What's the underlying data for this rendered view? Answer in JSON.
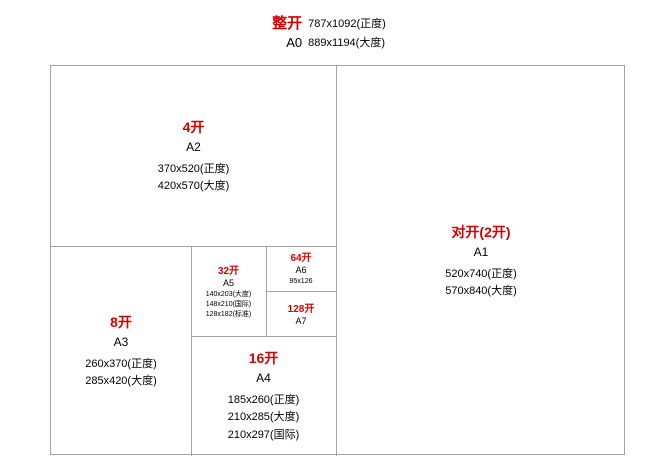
{
  "title": {
    "kai": "整开",
    "size1": "787x1092(正度)",
    "a": "A0",
    "size2": "889x1194(大度)"
  },
  "panels": {
    "a2": {
      "kai": "4开",
      "a": "A2",
      "sizes": [
        "370x520(正度)",
        "420x570(大度)"
      ]
    },
    "a1": {
      "kai": "对开(2开)",
      "a": "A1",
      "sizes": [
        "520x740(正度)",
        "570x840(大度)"
      ]
    },
    "a3": {
      "kai": "8开",
      "a": "A3",
      "sizes": [
        "260x370(正度)",
        "285x420(大度)"
      ]
    },
    "a5": {
      "kai": "32开",
      "a": "A5",
      "sizes": [
        "140x203(大度)",
        "148x210(国际)",
        "128x182(标准)"
      ]
    },
    "a6": {
      "kai": "64开",
      "a": "A6",
      "sizes": [
        "95x126"
      ]
    },
    "a7": {
      "kai": "128开",
      "a": "A7",
      "sizes": []
    },
    "a4": {
      "kai": "16开",
      "a": "A4",
      "sizes": [
        "185x260(正度)",
        "210x285(大度)",
        "210x297(国际)"
      ]
    }
  },
  "colors": {
    "accent_red": "#d40000",
    "line_gray": "#a3a3a3",
    "text_black": "#000000",
    "background": "#ffffff"
  }
}
